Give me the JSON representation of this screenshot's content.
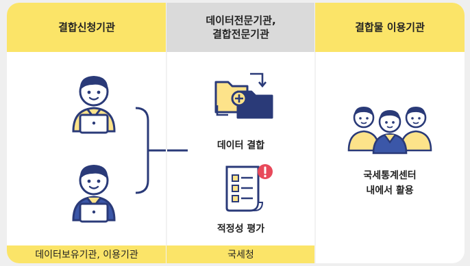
{
  "columns": {
    "applicant": {
      "header": "결합신청기관",
      "footer": "데이터보유기관, 이용기관"
    },
    "specialist": {
      "header_line1": "데이터전문기관,",
      "header_line2": "결합전문기관",
      "step1": "데이터 결합",
      "step2": "적정성 평가",
      "footer": "국세청"
    },
    "user": {
      "header": "결합물 이용기관",
      "desc_line1": "국세통계센터",
      "desc_line2": "내에서 활용"
    }
  },
  "colors": {
    "yellow": "#fbe468",
    "gray_header": "#dadada",
    "navy": "#2a3a78",
    "skin": "#fde38a",
    "alert_red": "#e8495a"
  },
  "icons": [
    "person-laptop-icon",
    "person-laptop-icon",
    "folder-merge-icon",
    "checklist-alert-icon",
    "group-people-icon"
  ]
}
